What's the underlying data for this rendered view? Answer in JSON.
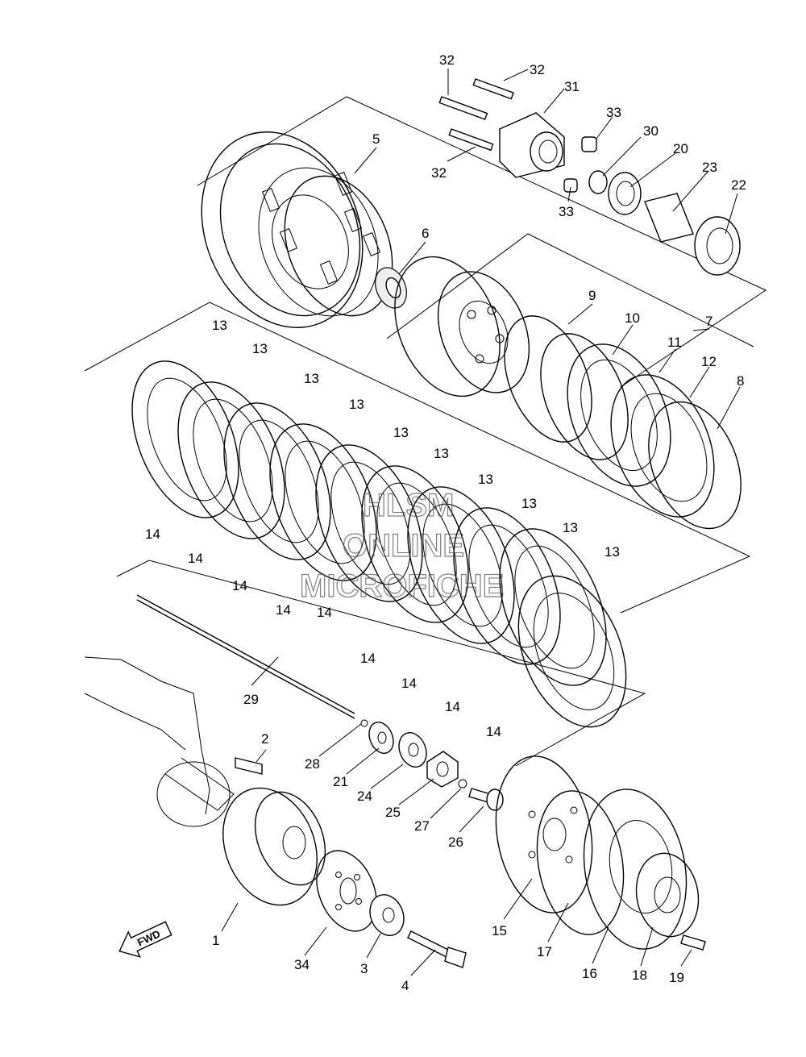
{
  "parts": {
    "p1": "1",
    "p2": "2",
    "p3": "3",
    "p4": "4",
    "p5": "5",
    "p6": "6",
    "p7": "7",
    "p8": "8",
    "p9": "9",
    "p10": "10",
    "p11": "11",
    "p12": "12",
    "p13": "13",
    "p14": "14",
    "p15": "15",
    "p16": "16",
    "p17": "17",
    "p18": "18",
    "p19": "19",
    "p20": "20",
    "p21": "21",
    "p22": "22",
    "p23": "23",
    "p24": "24",
    "p25": "25",
    "p26": "26",
    "p27": "27",
    "p28": "28",
    "p29": "29",
    "p30": "30",
    "p31": "31",
    "p32": "32",
    "p33": "33",
    "p34": "34"
  },
  "direction_badge": "FWD",
  "watermark": {
    "line1": "HLSM",
    "line2": "ONLINE",
    "line3": "MICROFICHE"
  }
}
